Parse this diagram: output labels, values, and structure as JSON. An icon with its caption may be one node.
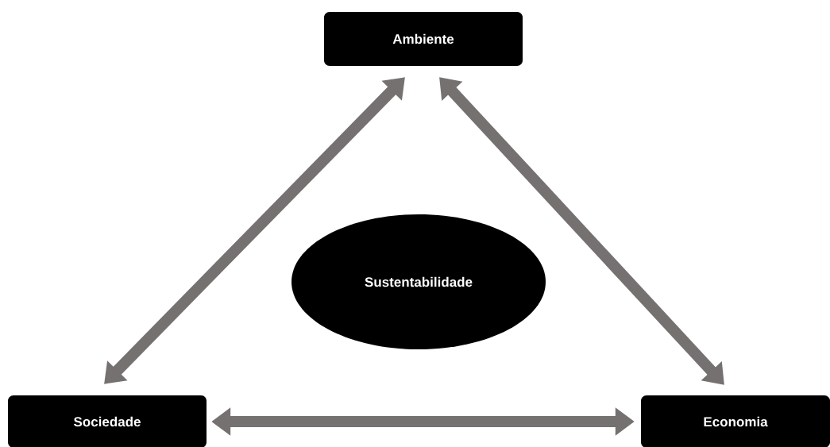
{
  "diagram": {
    "nodes": [
      {
        "text": [
          "Ambiente"
        ]
      },
      {
        "text": [
          "Sustentabilidade"
        ]
      },
      {
        "text": [
          "Sociedade"
        ]
      },
      {
        "text": [
          "Economia"
        ]
      }
    ],
    "edges": [
      {
        "from": 0,
        "to": 2,
        "arrow": "both"
      },
      {
        "from": 0,
        "to": 3,
        "arrow": "both"
      },
      {
        "from": 2,
        "to": 3,
        "arrow": "both"
      }
    ]
  }
}
